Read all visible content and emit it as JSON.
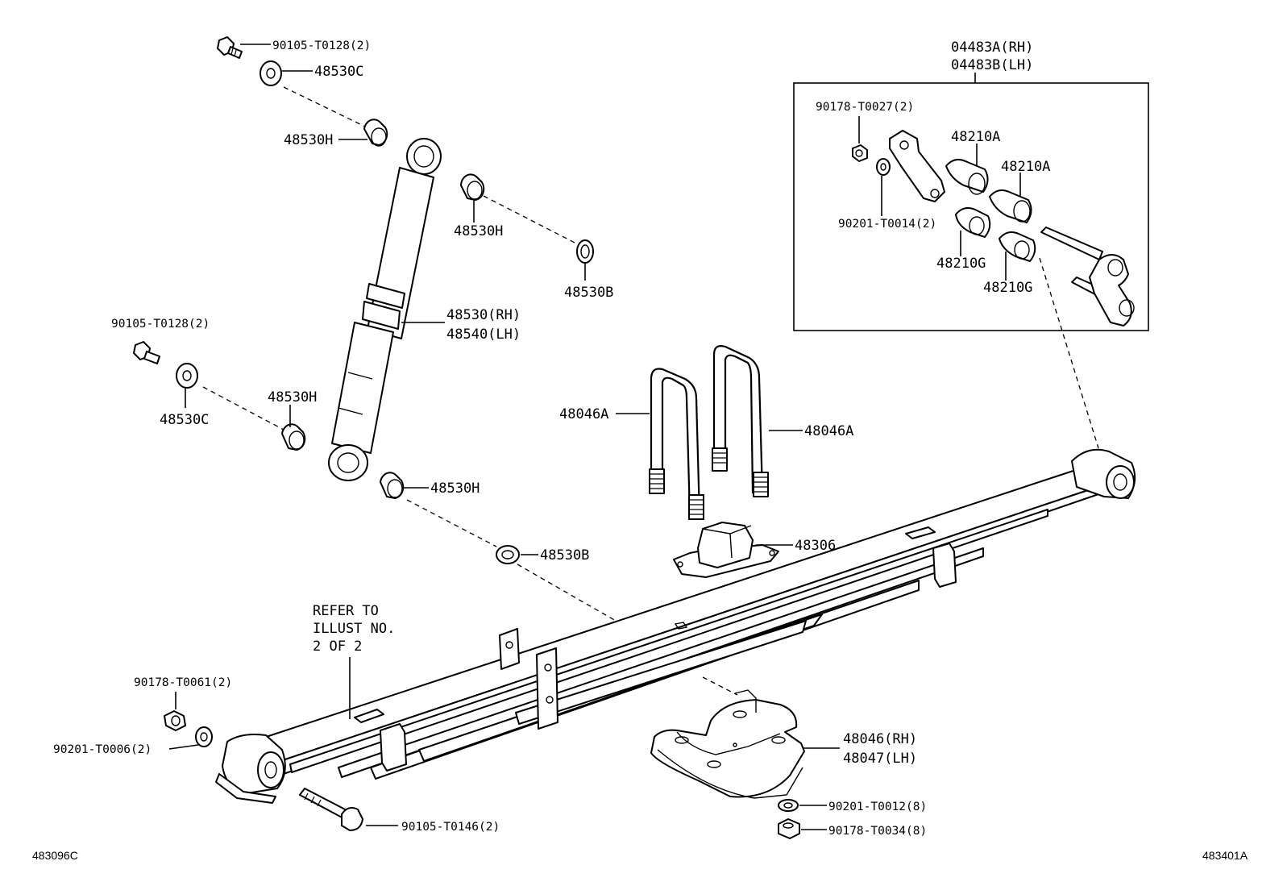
{
  "labels": {
    "bolt_top": "90105-T0128(2)",
    "washer_top": "48530C",
    "bush_top_left": "48530H",
    "bush_top_right": "48530H",
    "washer_b_top": "48530B",
    "shock": [
      "48530(RH)",
      "48540(LH)"
    ],
    "bolt_mid": "90105-T0128(2)",
    "washer_mid": "48530C",
    "bush_mid": "48530H",
    "bush_lower": "48530H",
    "washer_b_lower": "48530B",
    "ubolt_left": "48046A",
    "ubolt_right": "48046A",
    "bumper": "48306",
    "shackle_kit": [
      "04483A(RH)",
      "04483B(LH)"
    ],
    "nut_kit": "90178-T0027(2)",
    "washer_kit": "90201-T0014(2)",
    "bush_a1": "48210A",
    "bush_a2": "48210A",
    "bush_g1": "48210G",
    "bush_g2": "48210G",
    "refer": [
      "REFER TO",
      "ILLUST NO.",
      "2 OF 2"
    ],
    "nut_front": "90178-T0061(2)",
    "washer_front": "90201-T0006(2)",
    "bolt_front": "90105-T0146(2)",
    "seat": [
      "48046(RH)",
      "48047(LH)"
    ],
    "washer_seat": "90201-T0012(8)",
    "nut_seat": "90178-T0034(8)"
  },
  "refs": {
    "left": "483096C",
    "right": "483401A"
  }
}
